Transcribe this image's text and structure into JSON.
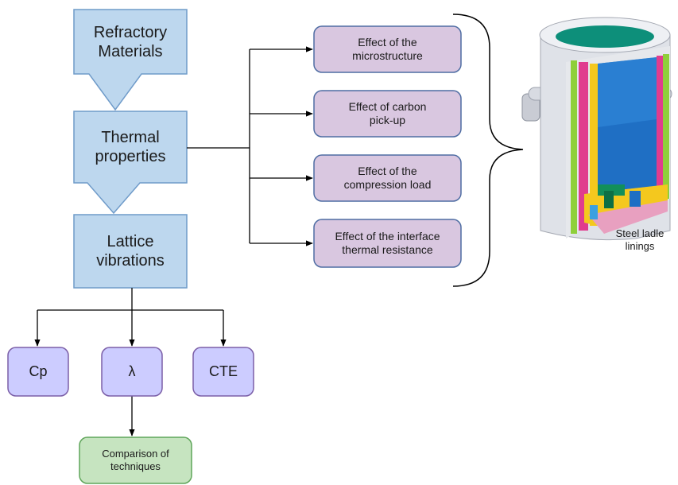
{
  "flow": {
    "refractory": "Refractory\nMaterials",
    "thermal": "Thermal\nproperties",
    "lattice": "Lattice\nvibrations"
  },
  "effects": [
    "Effect of the\nmicrostructure",
    "Effect of carbon\npick-up",
    "Effect of the\ncompression load",
    "Effect of the interface\nthermal resistance"
  ],
  "properties": {
    "cp": "Cp",
    "lambda": "λ",
    "cte": "CTE"
  },
  "comparison": "Comparison of\ntechniques",
  "ladle_caption": "Steel ladle\nlinings",
  "colors": {
    "flow_fill": "#bdd7ee",
    "flow_stroke": "#6f9bc9",
    "effect_fill": "#d9c7e0",
    "effect_stroke": "#4f6da3",
    "prop_fill": "#ccccff",
    "prop_stroke": "#7b5ea7",
    "comp_fill": "#c6e4c0",
    "comp_stroke": "#5fa55a"
  }
}
